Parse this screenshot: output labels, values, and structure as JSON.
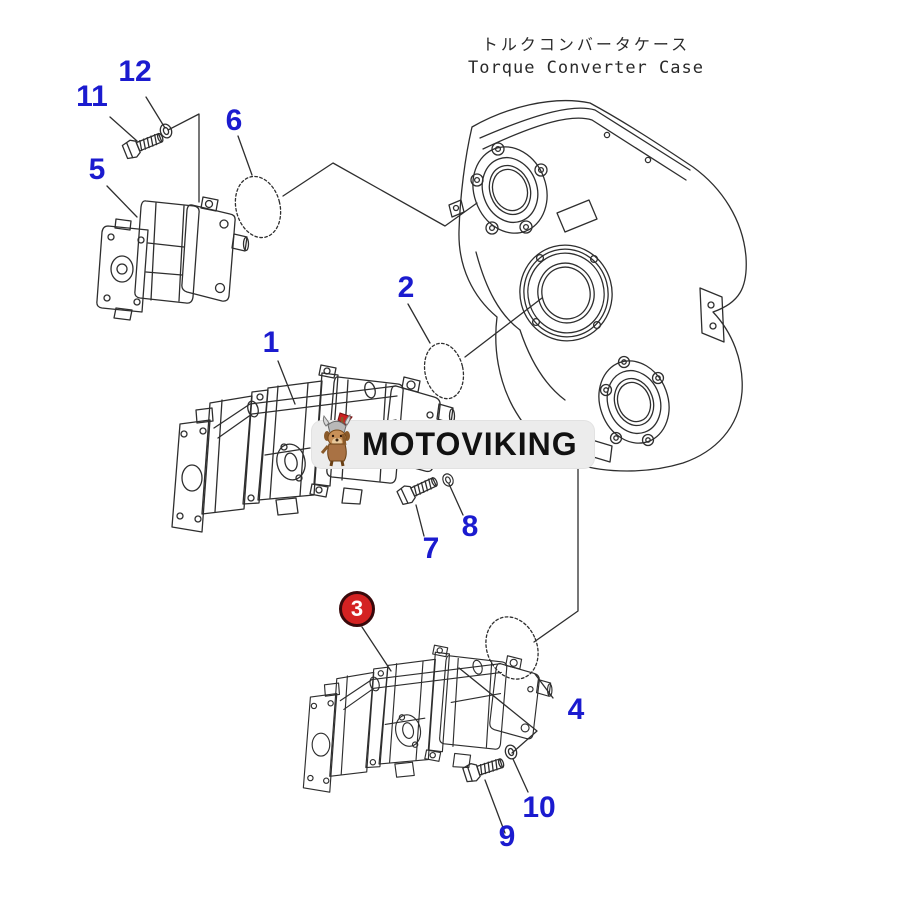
{
  "background_color": "#ffffff",
  "header": {
    "title_ja": "トルクコンバータケース",
    "title_en": "Torque Converter Case"
  },
  "watermark": {
    "text": "MOTOVIKING",
    "icon": "viking-dog-with-axe",
    "bg_color": "#ececec",
    "text_color": "#111111"
  },
  "diagram": {
    "style": {
      "callout_color": "#1b1bcf",
      "highlight_fill": "#d42222",
      "highlight_ring": "#38090b",
      "highlight_text_color": "#ffffff",
      "line_art_color": "#2e2e2e",
      "leader_line_color": "#3a3a3a"
    },
    "callouts": [
      {
        "label": "1",
        "highlighted": false
      },
      {
        "label": "2",
        "highlighted": false
      },
      {
        "label": "3",
        "highlighted": true
      },
      {
        "label": "4",
        "highlighted": false
      },
      {
        "label": "5",
        "highlighted": false
      },
      {
        "label": "6",
        "highlighted": false
      },
      {
        "label": "7",
        "highlighted": false
      },
      {
        "label": "8",
        "highlighted": false
      },
      {
        "label": "9",
        "highlighted": false
      },
      {
        "label": "10",
        "highlighted": false
      },
      {
        "label": "11",
        "highlighted": false
      },
      {
        "label": "12",
        "highlighted": false
      }
    ]
  }
}
